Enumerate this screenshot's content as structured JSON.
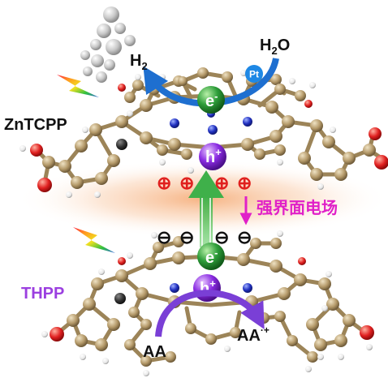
{
  "labels": {
    "h2": "H",
    "h2_sub": "2",
    "h2o": "H",
    "h2o_sub": "2",
    "h2o_o": "O",
    "pt": "Pt",
    "zntcpp": "ZnTCPP",
    "thpp": "THPP",
    "electron": "e",
    "electron_sup": "-",
    "hole": "h",
    "hole_sup": "+",
    "field": "强界面电场",
    "aa": "AA",
    "aa_radical": "AA",
    "aa_radical_sup": "·+"
  },
  "charges": {
    "positive": "⊕",
    "negative": "⊖"
  },
  "colors": {
    "electron_sphere": "#2e9e3a",
    "hole_sphere": "#8a2be2",
    "arrow_blue": "#1e6fd0",
    "arrow_purple": "#7a3fd6",
    "positive_charge": "#e0201e",
    "field_text": "#e020c8",
    "thpp_text": "#9b3fe0",
    "carbon": "#b59a6a",
    "oxygen": "#e02020",
    "nitrogen": "#2030c0",
    "hydrogen": "#f4f4f4",
    "glow": "#f6a060"
  }
}
